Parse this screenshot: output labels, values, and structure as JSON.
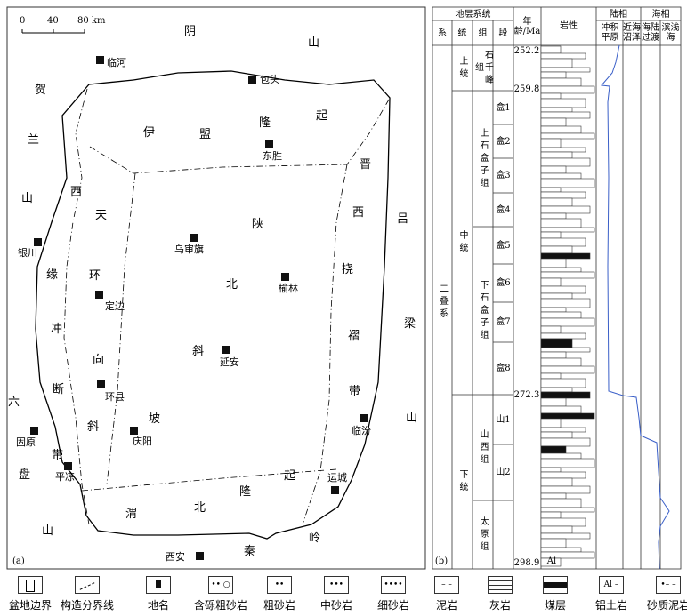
{
  "map": {
    "panel_label": "(a)",
    "scale": {
      "ticks": [
        "0",
        "40",
        "80 km"
      ]
    },
    "regions": [
      {
        "id": "yin",
        "text": "阴"
      },
      {
        "id": "shan1",
        "text": "山"
      },
      {
        "id": "he",
        "text": "贺"
      },
      {
        "id": "lan",
        "text": "兰"
      },
      {
        "id": "shan2",
        "text": "山"
      },
      {
        "id": "yi",
        "text": "伊"
      },
      {
        "id": "meng",
        "text": "盟"
      },
      {
        "id": "long1",
        "text": "隆"
      },
      {
        "id": "qi1",
        "text": "起"
      },
      {
        "id": "jin",
        "text": "晋"
      },
      {
        "id": "xi1",
        "text": "西"
      },
      {
        "id": "nao",
        "text": "挠"
      },
      {
        "id": "zhe",
        "text": "褶"
      },
      {
        "id": "dai1",
        "text": "带"
      },
      {
        "id": "lv",
        "text": "吕"
      },
      {
        "id": "liang",
        "text": "梁"
      },
      {
        "id": "shan3",
        "text": "山"
      },
      {
        "id": "xi2",
        "text": "西"
      },
      {
        "id": "yuan",
        "text": "缘"
      },
      {
        "id": "chong",
        "text": "冲"
      },
      {
        "id": "duan",
        "text": "断"
      },
      {
        "id": "dai2",
        "text": "带"
      },
      {
        "id": "tian",
        "text": "天"
      },
      {
        "id": "huan",
        "text": "环"
      },
      {
        "id": "xiang",
        "text": "向"
      },
      {
        "id": "xie1",
        "text": "斜"
      },
      {
        "id": "shaan",
        "text": "陕"
      },
      {
        "id": "bei1",
        "text": "北"
      },
      {
        "id": "xie2",
        "text": "斜"
      },
      {
        "id": "po",
        "text": "坡"
      },
      {
        "id": "liu",
        "text": "六"
      },
      {
        "id": "pan",
        "text": "盘"
      },
      {
        "id": "shan4",
        "text": "山"
      },
      {
        "id": "wei",
        "text": "渭"
      },
      {
        "id": "bei2",
        "text": "北"
      },
      {
        "id": "long2",
        "text": "隆"
      },
      {
        "id": "qi2",
        "text": "起"
      },
      {
        "id": "qin",
        "text": "秦"
      },
      {
        "id": "ling",
        "text": "岭"
      }
    ],
    "places": [
      "临河",
      "包头",
      "东胜",
      "乌审旗",
      "银川",
      "榆林",
      "定边",
      "延安",
      "环县",
      "临汾",
      "庆阳",
      "固原",
      "平凉",
      "运城",
      "西安"
    ]
  },
  "column": {
    "panel_label": "(b)",
    "headers": {
      "strat": "地层系统",
      "sys": "系",
      "series": "统",
      "formation": "组",
      "member": "段",
      "age": "年龄/Ma",
      "litho": "岩性",
      "land": "陆相",
      "sea": "海相",
      "f1": "冲积平原",
      "f2": "近海沼泽",
      "f3": "海陆过渡",
      "f4": "滨浅海"
    },
    "system": "二叠系",
    "series": [
      "上统",
      "中统",
      "下统"
    ],
    "formations": [
      "石千峰组",
      "上石盒子组",
      "下石盒子组",
      "山西组",
      "太原组"
    ],
    "members": [
      "盒1",
      "盒2",
      "盒3",
      "盒4",
      "盒5",
      "盒6",
      "盒7",
      "盒8",
      "山1",
      "山2"
    ],
    "ages": [
      "252.2",
      "259.8",
      "272.3",
      "298.9"
    ],
    "al_label": "Al",
    "curve_color": "#3a5fc8"
  },
  "legend": [
    "盆地边界",
    "构造分界线",
    "地名",
    "含砾粗砂岩",
    "粗砂岩",
    "中砂岩",
    "细砂岩",
    "泥岩",
    "灰岩",
    "煤层",
    "铝土岩",
    "砂质泥岩"
  ],
  "legend_symbols": [
    "",
    "",
    "",
    "•• ○",
    "••",
    "•••",
    "••••",
    "– –",
    "",
    "",
    "Al –",
    "•– –"
  ]
}
